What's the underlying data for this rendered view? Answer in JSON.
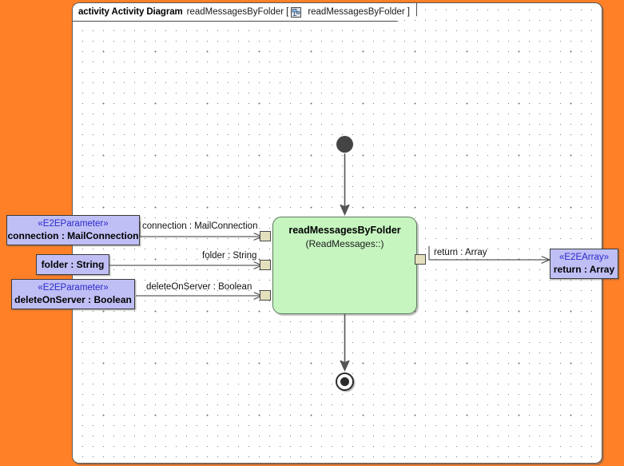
{
  "canvas": {
    "background_color": "#FF8027",
    "frame_background": "#ffffff",
    "grid": "dotted"
  },
  "frame": {
    "title_keyword": "activity Activity Diagram",
    "title_name": "readMessagesByFolder",
    "bracket_open": "[",
    "bracket_icon": "uml-activity-icon",
    "bracket_name": "readMessagesByFolder",
    "bracket_close": "]"
  },
  "diagram": {
    "type": "uml-activity-diagram",
    "nodes": [
      {
        "id": "initial",
        "kind": "initial-node",
        "label": ""
      },
      {
        "id": "activity",
        "kind": "call-behavior-action",
        "title": "readMessagesByFolder",
        "subtitle": "(ReadMessages::)",
        "fill": "#C6F5C0"
      },
      {
        "id": "param-connection",
        "kind": "activity-parameter-node",
        "stereotype": "«E2EParameter»",
        "name": "connection : MailConnection",
        "fill": "#BFBFF5"
      },
      {
        "id": "param-folder",
        "kind": "activity-parameter-node",
        "stereotype": "",
        "name": "folder : String",
        "fill": "#BFBFF5"
      },
      {
        "id": "param-deleteonserver",
        "kind": "activity-parameter-node",
        "stereotype": "«E2EParameter»",
        "name": "deleteOnServer : Boolean",
        "fill": "#BFBFF5"
      },
      {
        "id": "param-return",
        "kind": "activity-parameter-node",
        "stereotype": "«E2EArray»",
        "name": "return : Array",
        "fill": "#BFBFF5"
      },
      {
        "id": "final",
        "kind": "activity-final-node",
        "label": ""
      }
    ],
    "pins": [
      {
        "id": "pin-connection",
        "side": "left",
        "label": "connection"
      },
      {
        "id": "pin-folder",
        "side": "left",
        "label": "folder"
      },
      {
        "id": "pin-deleteonserver",
        "side": "left",
        "label": "deleteOnServer"
      },
      {
        "id": "pin-return",
        "side": "right",
        "label": "return"
      }
    ],
    "edges": [
      {
        "id": "edge-connection",
        "from": "param-connection",
        "to": "pin-connection",
        "label": "connection : MailConnection"
      },
      {
        "id": "edge-folder",
        "from": "param-folder",
        "to": "pin-folder",
        "label": "folder : String"
      },
      {
        "id": "edge-deleteonserver",
        "from": "param-deleteonserver",
        "to": "pin-deleteonserver",
        "label": "deleteOnServer : Boolean"
      },
      {
        "id": "edge-return",
        "from": "pin-return",
        "to": "param-return",
        "label": "return : Array"
      },
      {
        "id": "edge-control-in",
        "from": "initial",
        "to": "activity",
        "label": ""
      },
      {
        "id": "edge-control-out",
        "from": "activity",
        "to": "final",
        "label": ""
      }
    ]
  }
}
